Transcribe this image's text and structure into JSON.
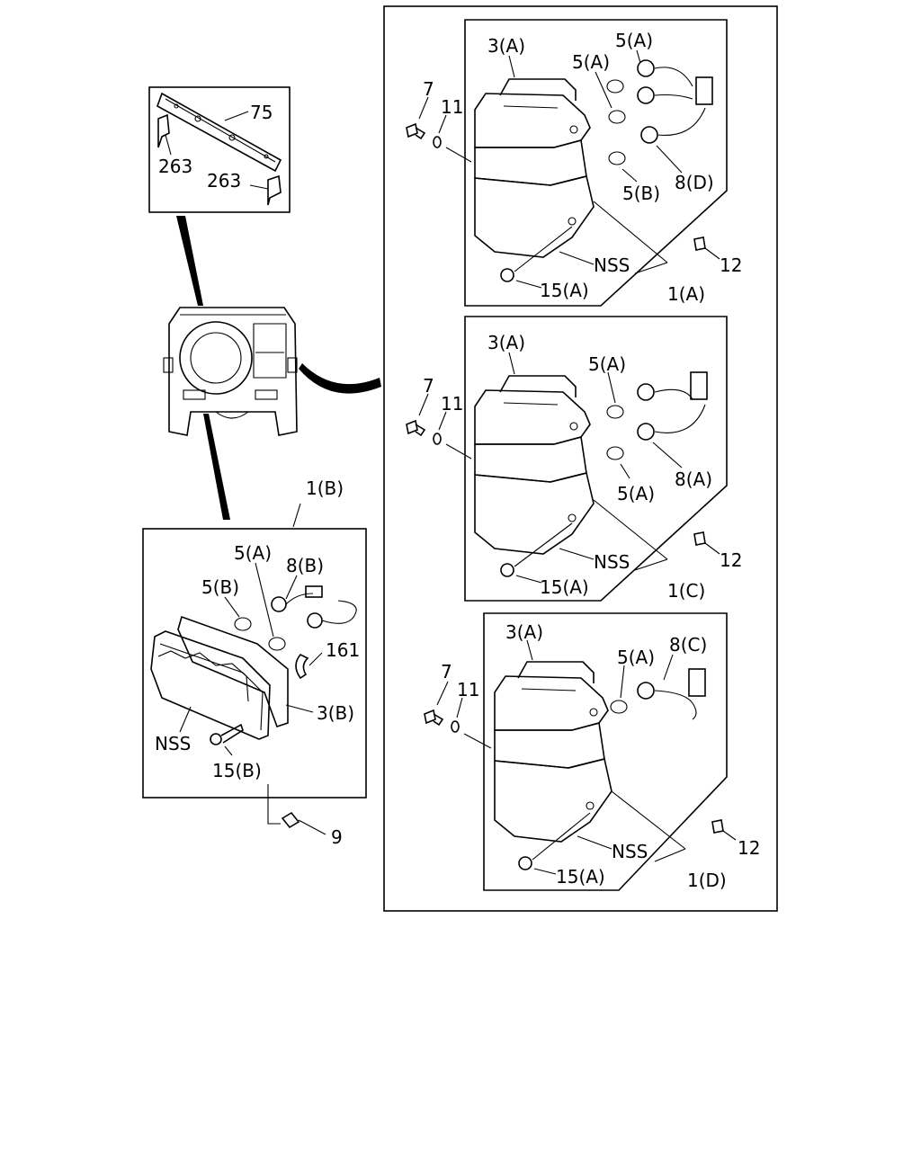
{
  "colors": {
    "ink": "#000000",
    "paper": "#ffffff"
  },
  "inset_bar": {
    "bar_label": "75",
    "bracket_left_label": "263",
    "bracket_right_label": "263"
  },
  "lamp_a": {
    "housing": "3(A)",
    "bulb_top": "5(A)",
    "bulb_mid": "5(A)",
    "bulb_low": "5(B)",
    "socket": "8(D)",
    "bolt": "7",
    "washer": "11",
    "note": "NSS",
    "screw": "15(A)",
    "assembly": "1(A)",
    "nut": "12"
  },
  "lamp_c": {
    "housing": "3(A)",
    "bulb_top": "5(A)",
    "bulb_low": "5(A)",
    "socket": "8(A)",
    "bolt": "7",
    "washer": "11",
    "note": "NSS",
    "screw": "15(A)",
    "assembly": "1(C)",
    "nut": "12"
  },
  "lamp_d": {
    "housing": "3(A)",
    "bulb": "5(A)",
    "socket": "8(C)",
    "bolt": "7",
    "washer": "11",
    "note": "NSS",
    "screw": "15(A)",
    "assembly": "1(D)",
    "nut": "12"
  },
  "lamp_b": {
    "assembly": "1(B)",
    "bulb_top": "5(A)",
    "socket": "8(B)",
    "bulb_side": "5(B)",
    "grommet": "161",
    "housing": "3(B)",
    "note": "NSS",
    "screw": "15(B)",
    "clip": "9"
  }
}
